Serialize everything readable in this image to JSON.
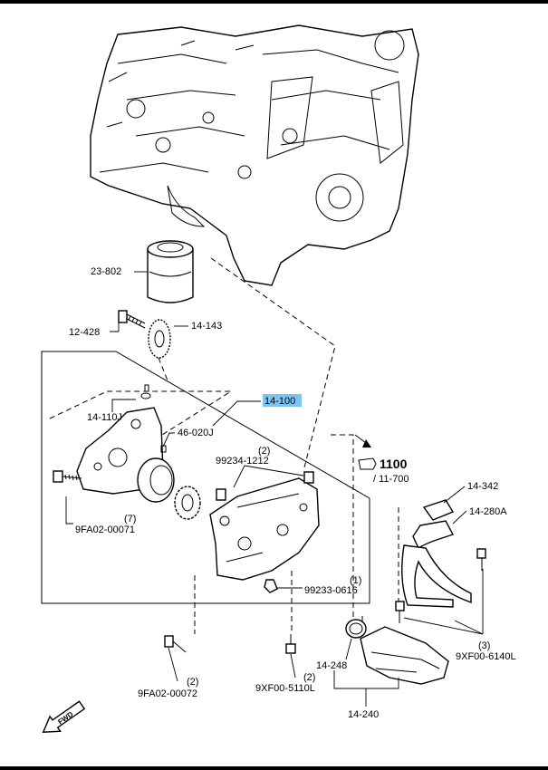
{
  "diagram": {
    "highlight_color": "#7fc4f0",
    "parts": [
      {
        "id": "23-802",
        "label": "23-802",
        "qty": ""
      },
      {
        "id": "12-428",
        "label": "12-428",
        "qty": ""
      },
      {
        "id": "14-143",
        "label": "14-143",
        "qty": ""
      },
      {
        "id": "14-100",
        "label": "14-100",
        "qty": "",
        "highlighted": true
      },
      {
        "id": "14-110J",
        "label": "14-110J",
        "qty": ""
      },
      {
        "id": "46-020J",
        "label": "46-020J",
        "qty": ""
      },
      {
        "id": "99234-1212",
        "label": "99234-1212",
        "qty": "(2)"
      },
      {
        "id": "9FA02-00071",
        "label": "9FA02-00071",
        "qty": "(7)"
      },
      {
        "id": "99233-0616",
        "label": "99233-0616",
        "qty": "(1)"
      },
      {
        "id": "14-342",
        "label": "14-342",
        "qty": ""
      },
      {
        "id": "14-280A",
        "label": "14-280A",
        "qty": ""
      },
      {
        "id": "9XF00-6140L",
        "label": "9XF00-6140L",
        "qty": "(3)"
      },
      {
        "id": "14-248",
        "label": "14-248",
        "qty": ""
      },
      {
        "id": "14-240",
        "label": "14-240",
        "qty": ""
      },
      {
        "id": "9FA02-00072",
        "label": "9FA02-00072",
        "qty": "(2)"
      },
      {
        "id": "9XF00-5110L",
        "label": "9XF00-5110L",
        "qty": "(2)"
      }
    ],
    "reference": {
      "main": "1100",
      "sub": "/ 11-700"
    },
    "direction": "FWD"
  }
}
